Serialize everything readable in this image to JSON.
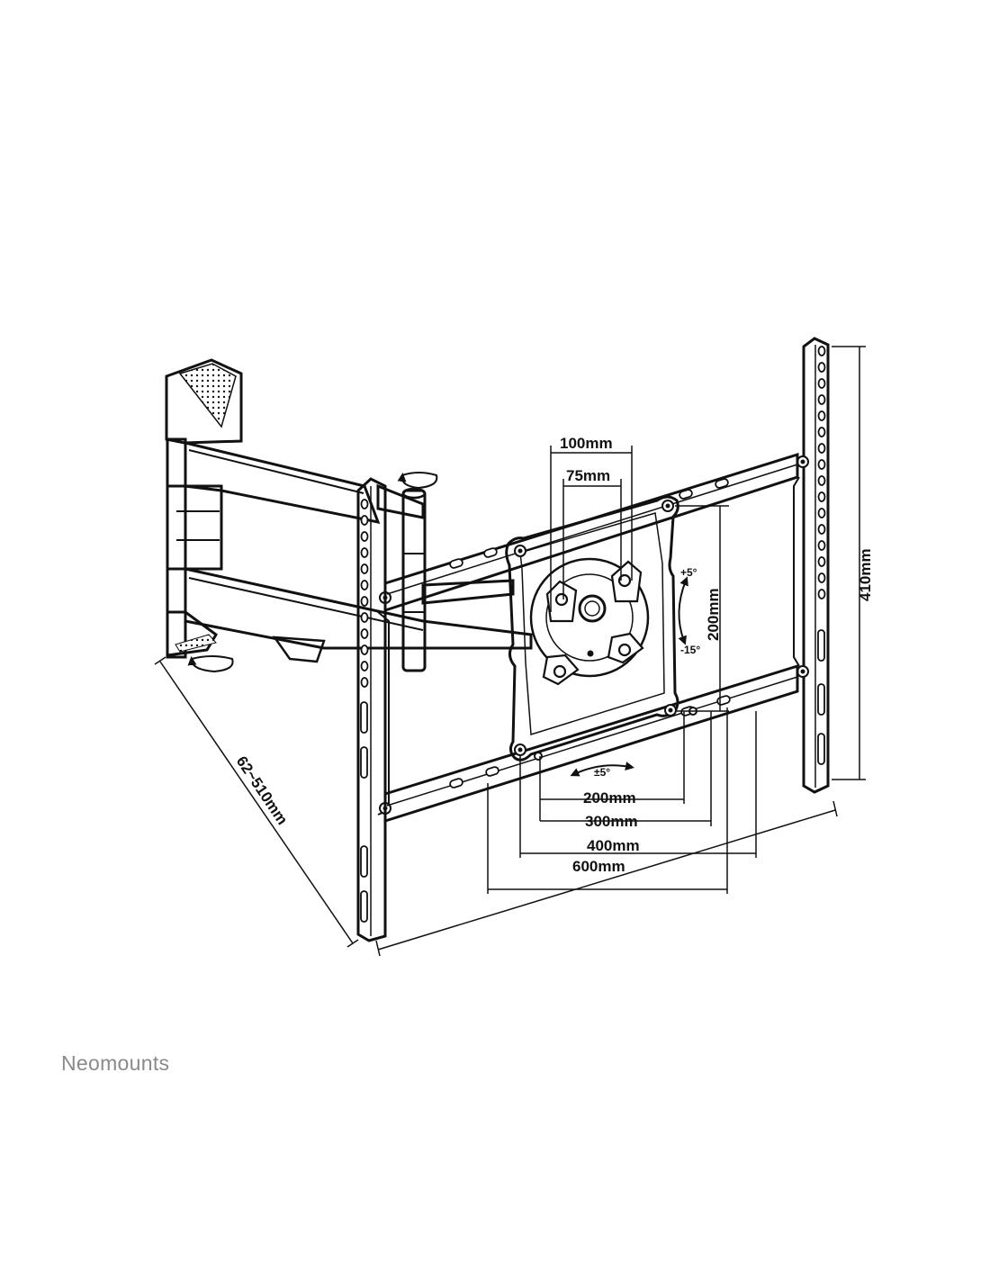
{
  "brand": {
    "name": "Neomounts",
    "color": "#8a8a8a"
  },
  "dimensions": {
    "vesa_100": "100mm",
    "vesa_75": "75mm",
    "vesa_200_h": "200mm",
    "vesa_200_v": "200mm",
    "width_300": "300mm",
    "width_400": "400mm",
    "width_600": "600mm",
    "height_410": "410mm",
    "depth": "62~510mm"
  },
  "angles": {
    "tilt_up": "+5°",
    "tilt_down": "-15°",
    "rotate": "±5°"
  },
  "colors": {
    "line": "#111111",
    "background": "#ffffff"
  }
}
